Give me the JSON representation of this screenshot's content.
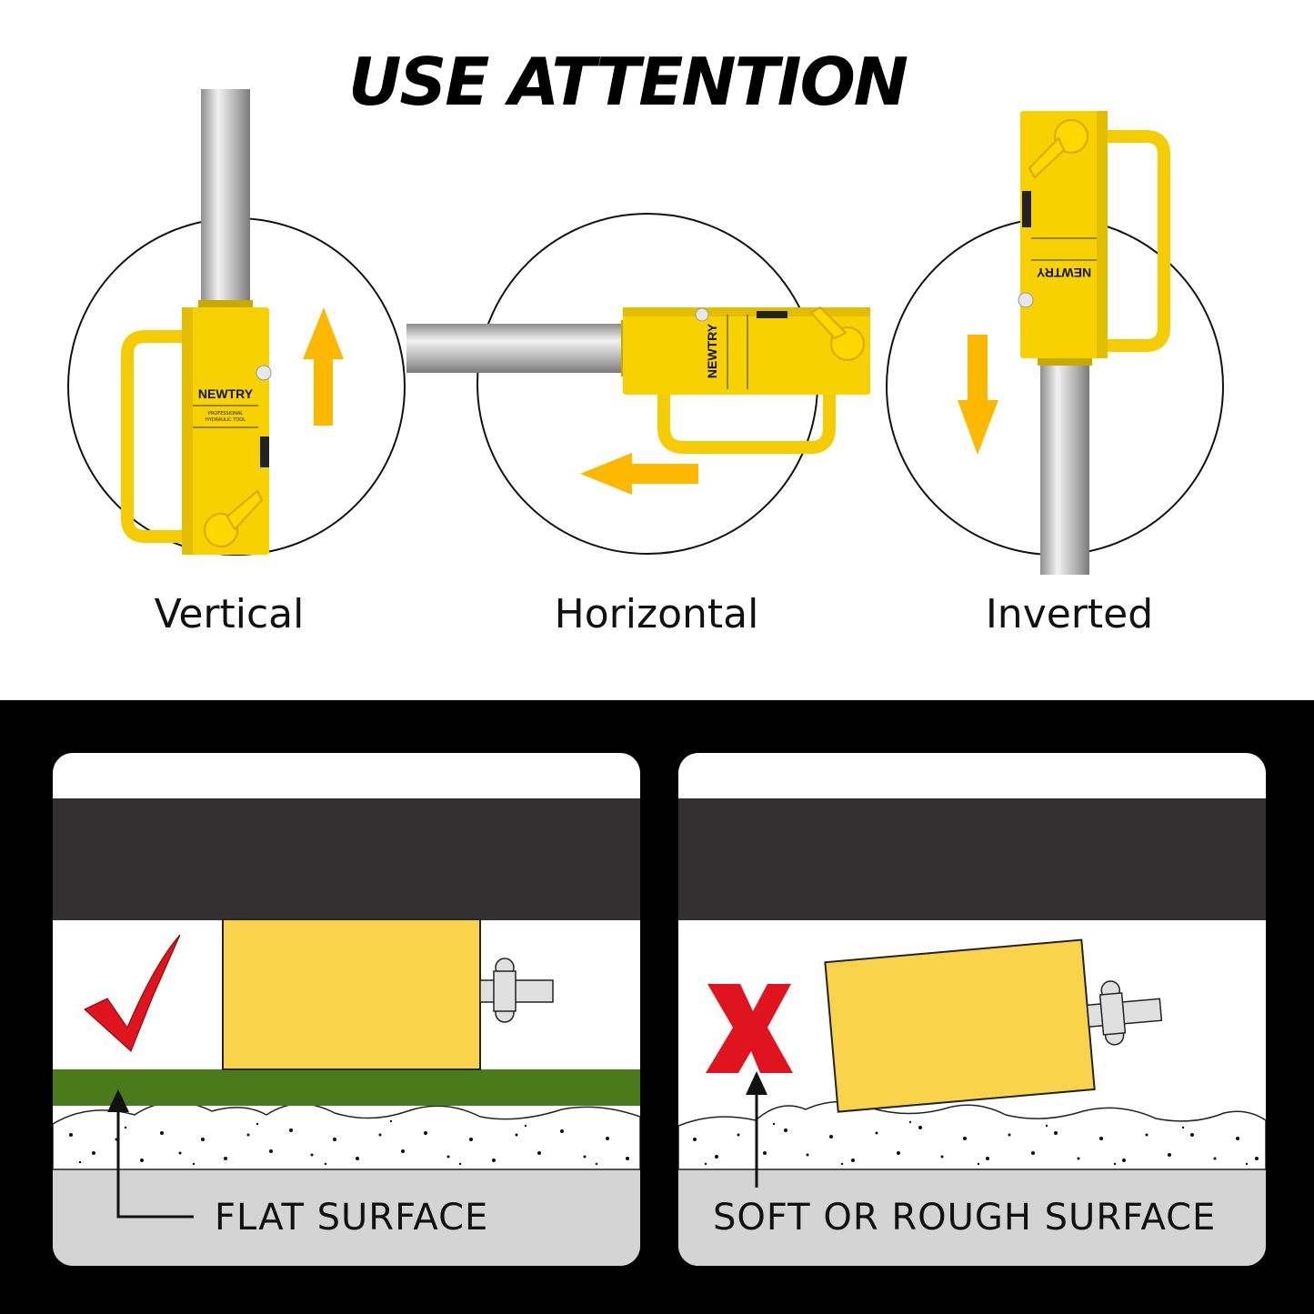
{
  "header": {
    "title": "USE ATTENTION"
  },
  "positions": [
    {
      "label": "Vertical"
    },
    {
      "label": "Horizontal"
    },
    {
      "label": "Inverted"
    }
  ],
  "product": {
    "brand": "NEWTRY",
    "subtitle": "PROFESSIONAL HYDRAULIC TOOL"
  },
  "surfaces": [
    {
      "caption": "FLAT SURFACE",
      "status": "correct",
      "mark_icon": "check-icon"
    },
    {
      "caption": "SOFT OR ROUGH SURFACE",
      "status": "incorrect",
      "mark_icon": "x-icon"
    }
  ],
  "colors": {
    "cylinder_yellow": "#f5d000",
    "arrow_orange": "#ffb800",
    "block_yellow": "#f9d34a",
    "ground_green": "#4a7a1a",
    "check_red": "#e0141e",
    "dark_band": "#343031",
    "floor_grey": "#d4d4d4"
  }
}
